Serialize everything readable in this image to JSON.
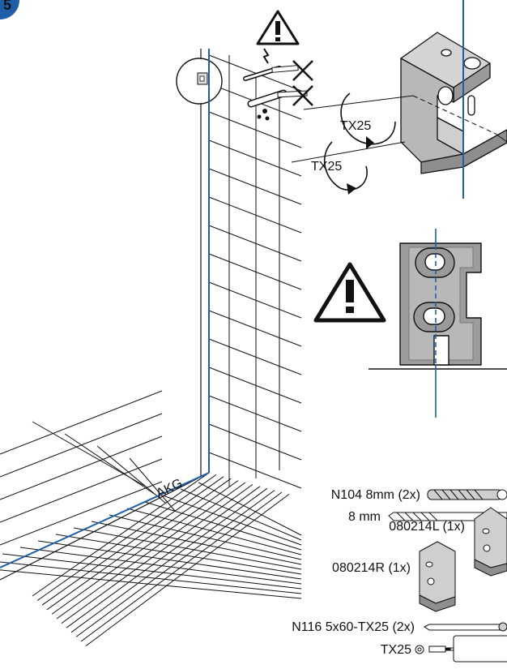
{
  "step_badge": "5",
  "colors": {
    "line": "#111111",
    "accent": "#1f5ea8",
    "part": "#bdbdbd",
    "part_dark": "#8a8a8a"
  },
  "floor_line_label": "AKG",
  "rotation_labels": {
    "upper": "TX25",
    "lower": "TX25"
  },
  "parts": [
    {
      "label": "N104 8mm (2x)"
    },
    {
      "label": "8 mm"
    },
    {
      "label": "080214L (1x)"
    },
    {
      "label": "080214R (1x)"
    },
    {
      "label": "N116 5x60-TX25 (2x)"
    },
    {
      "label": "TX25"
    }
  ],
  "icons": [
    "warning-icon",
    "no-drill-electric-icon",
    "no-drill-water-icon",
    "warning-icon"
  ]
}
